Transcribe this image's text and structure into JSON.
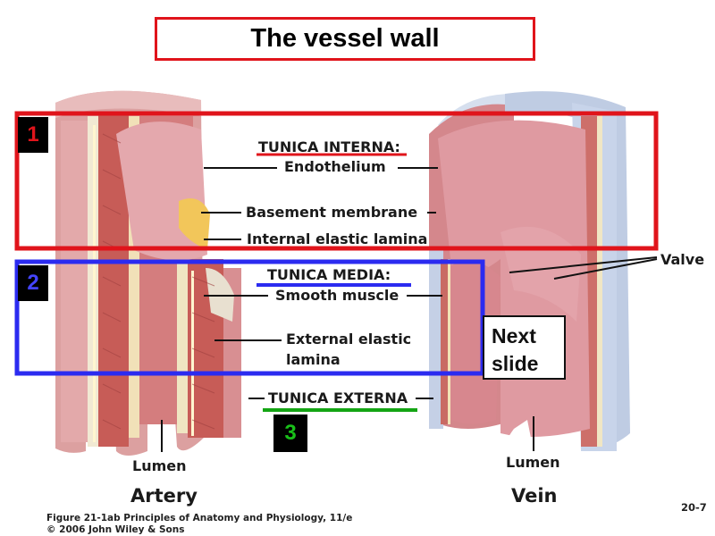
{
  "title": "The vessel wall",
  "badges": {
    "one": "1",
    "two": "2",
    "three": "3"
  },
  "labels": {
    "tunica_interna": "TUNICA INTERNA:",
    "endothelium": "Endothelium",
    "basement_membrane": "Basement membrane",
    "internal_elastic_lamina": "Internal elastic lamina",
    "tunica_media": "TUNICA MEDIA:",
    "smooth_muscle": "Smooth muscle",
    "external_elastic_line1": "External elastic",
    "external_elastic_line2": "lamina",
    "tunica_externa": "TUNICA EXTERNA",
    "valve": "Valve",
    "lumen_artery": "Lumen",
    "lumen_vein": "Lumen",
    "artery": "Artery",
    "vein": "Vein"
  },
  "next_slide": {
    "line1": "Next",
    "line2": "slide"
  },
  "page_number": "20-7",
  "caption": {
    "line1": "Figure 21-1ab  Principles of Anatomy and Physiology, 11/e",
    "line2": "© 2006 John Wiley & Sons"
  },
  "colors": {
    "red": "#e0141b",
    "blue": "#2b2bf0",
    "green": "#14a514",
    "tissue": "#d98c92",
    "muscle": "#c05a55",
    "externa_vein": "#b8c6de"
  }
}
